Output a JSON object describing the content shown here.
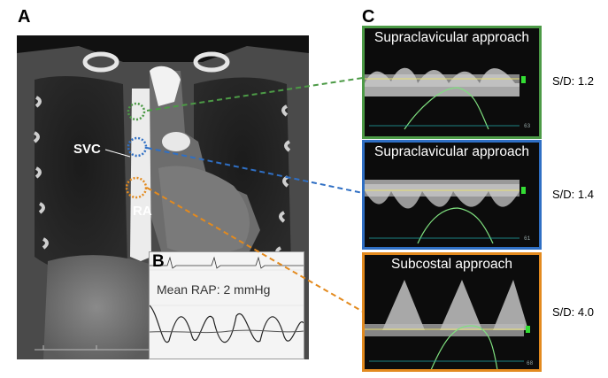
{
  "panels": {
    "a": "A",
    "b": "B",
    "c": "C"
  },
  "ct_labels": {
    "svc": "SVC",
    "ra": "RA"
  },
  "inset": {
    "text": "Mean RAP:  2 mmHg"
  },
  "echo": [
    {
      "title": "Supraclavicular approach",
      "ratio": "S/D: 1.2",
      "border_color": "#4c9a46",
      "hr": "63"
    },
    {
      "title": "Supraclavicular approach",
      "ratio": "S/D: 1.4",
      "border_color": "#2f6fc4",
      "hr": "61"
    },
    {
      "title": "Subcostal approach",
      "ratio": "S/D: 4.0",
      "border_color": "#e38a1e",
      "hr": "68"
    }
  ],
  "colors": {
    "green": "#4c9a46",
    "blue": "#2f6fc4",
    "orange": "#e38a1e"
  }
}
